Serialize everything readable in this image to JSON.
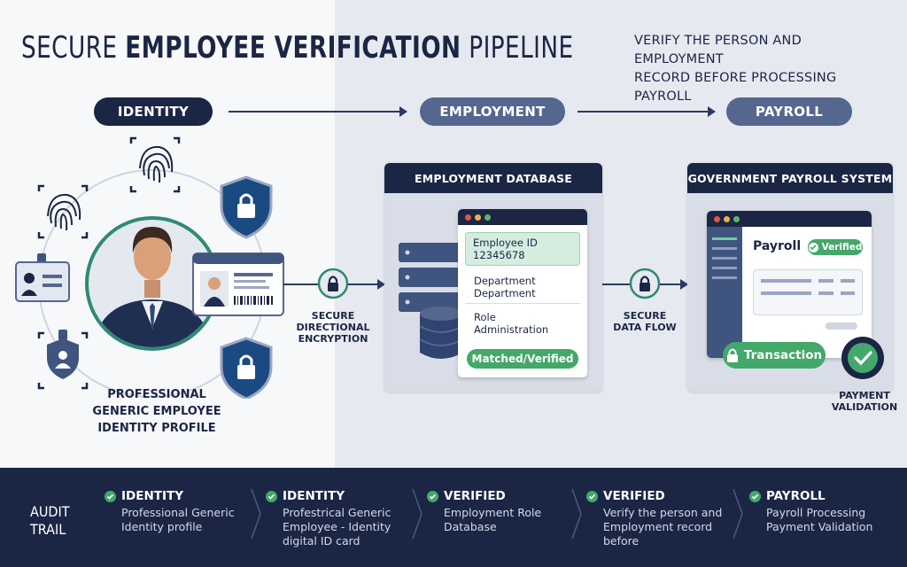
{
  "header": {
    "title_pre": "SECURE ",
    "title_bold": "EMPLOYEE VERIFICATION",
    "title_post": " PIPELINE",
    "subtitle_line1": "VERIFY THE PERSON AND EMPLOYMENT",
    "subtitle_line2": "RECORD BEFORE PROCESSING PAYROLL"
  },
  "stages": [
    "IDENTITY",
    "EMPLOYMENT",
    "PAYROLL"
  ],
  "identity": {
    "caption_line1": "PROFESSIONAL",
    "caption_line2": "GENERIC EMPLOYEE",
    "caption_line3": "IDENTITY PROFILE"
  },
  "link1": {
    "line1": "SECURE",
    "line2": "DIRECTIONAL",
    "line3": "ENCRYPTION"
  },
  "link2": {
    "line1": "SECURE",
    "line2": "DATA FLOW"
  },
  "employment_db": {
    "title": "EMPLOYMENT DATABASE",
    "fields": [
      {
        "label": "Employee ID",
        "value": "12345678"
      },
      {
        "label": "Department",
        "value": "Department"
      },
      {
        "label": "Role",
        "value": "Administration"
      }
    ],
    "status": "Matched/Verified"
  },
  "payroll_system": {
    "title": "GOVERNMENT PAYROLL SYSTEM",
    "heading": "Payroll",
    "badge": "Verified",
    "transaction": "Transaction",
    "validation_line1": "PAYMENT",
    "validation_line2": "VALIDATION"
  },
  "colors": {
    "navy": "#1b2645",
    "slate": "#56678f",
    "green": "#43a86a",
    "teal": "#2f8a73"
  },
  "audit": {
    "label_line1": "AUDIT",
    "label_line2": "TRAIL",
    "steps": [
      {
        "head": "IDENTITY",
        "lines": [
          "Professional Generic",
          "Identity profile"
        ]
      },
      {
        "head": "IDENTITY",
        "lines": [
          "Profestrical Generic",
          "Employee - Identity",
          "digital ID card"
        ]
      },
      {
        "head": "VERIFIED",
        "lines": [
          "Employment Role",
          "Database"
        ]
      },
      {
        "head": "VERIFIED",
        "lines": [
          "Verify the person and",
          "Employment record",
          "before"
        ]
      },
      {
        "head": "PAYROLL",
        "lines": [
          "Payroll Processing",
          "Payment Validation"
        ]
      }
    ]
  }
}
